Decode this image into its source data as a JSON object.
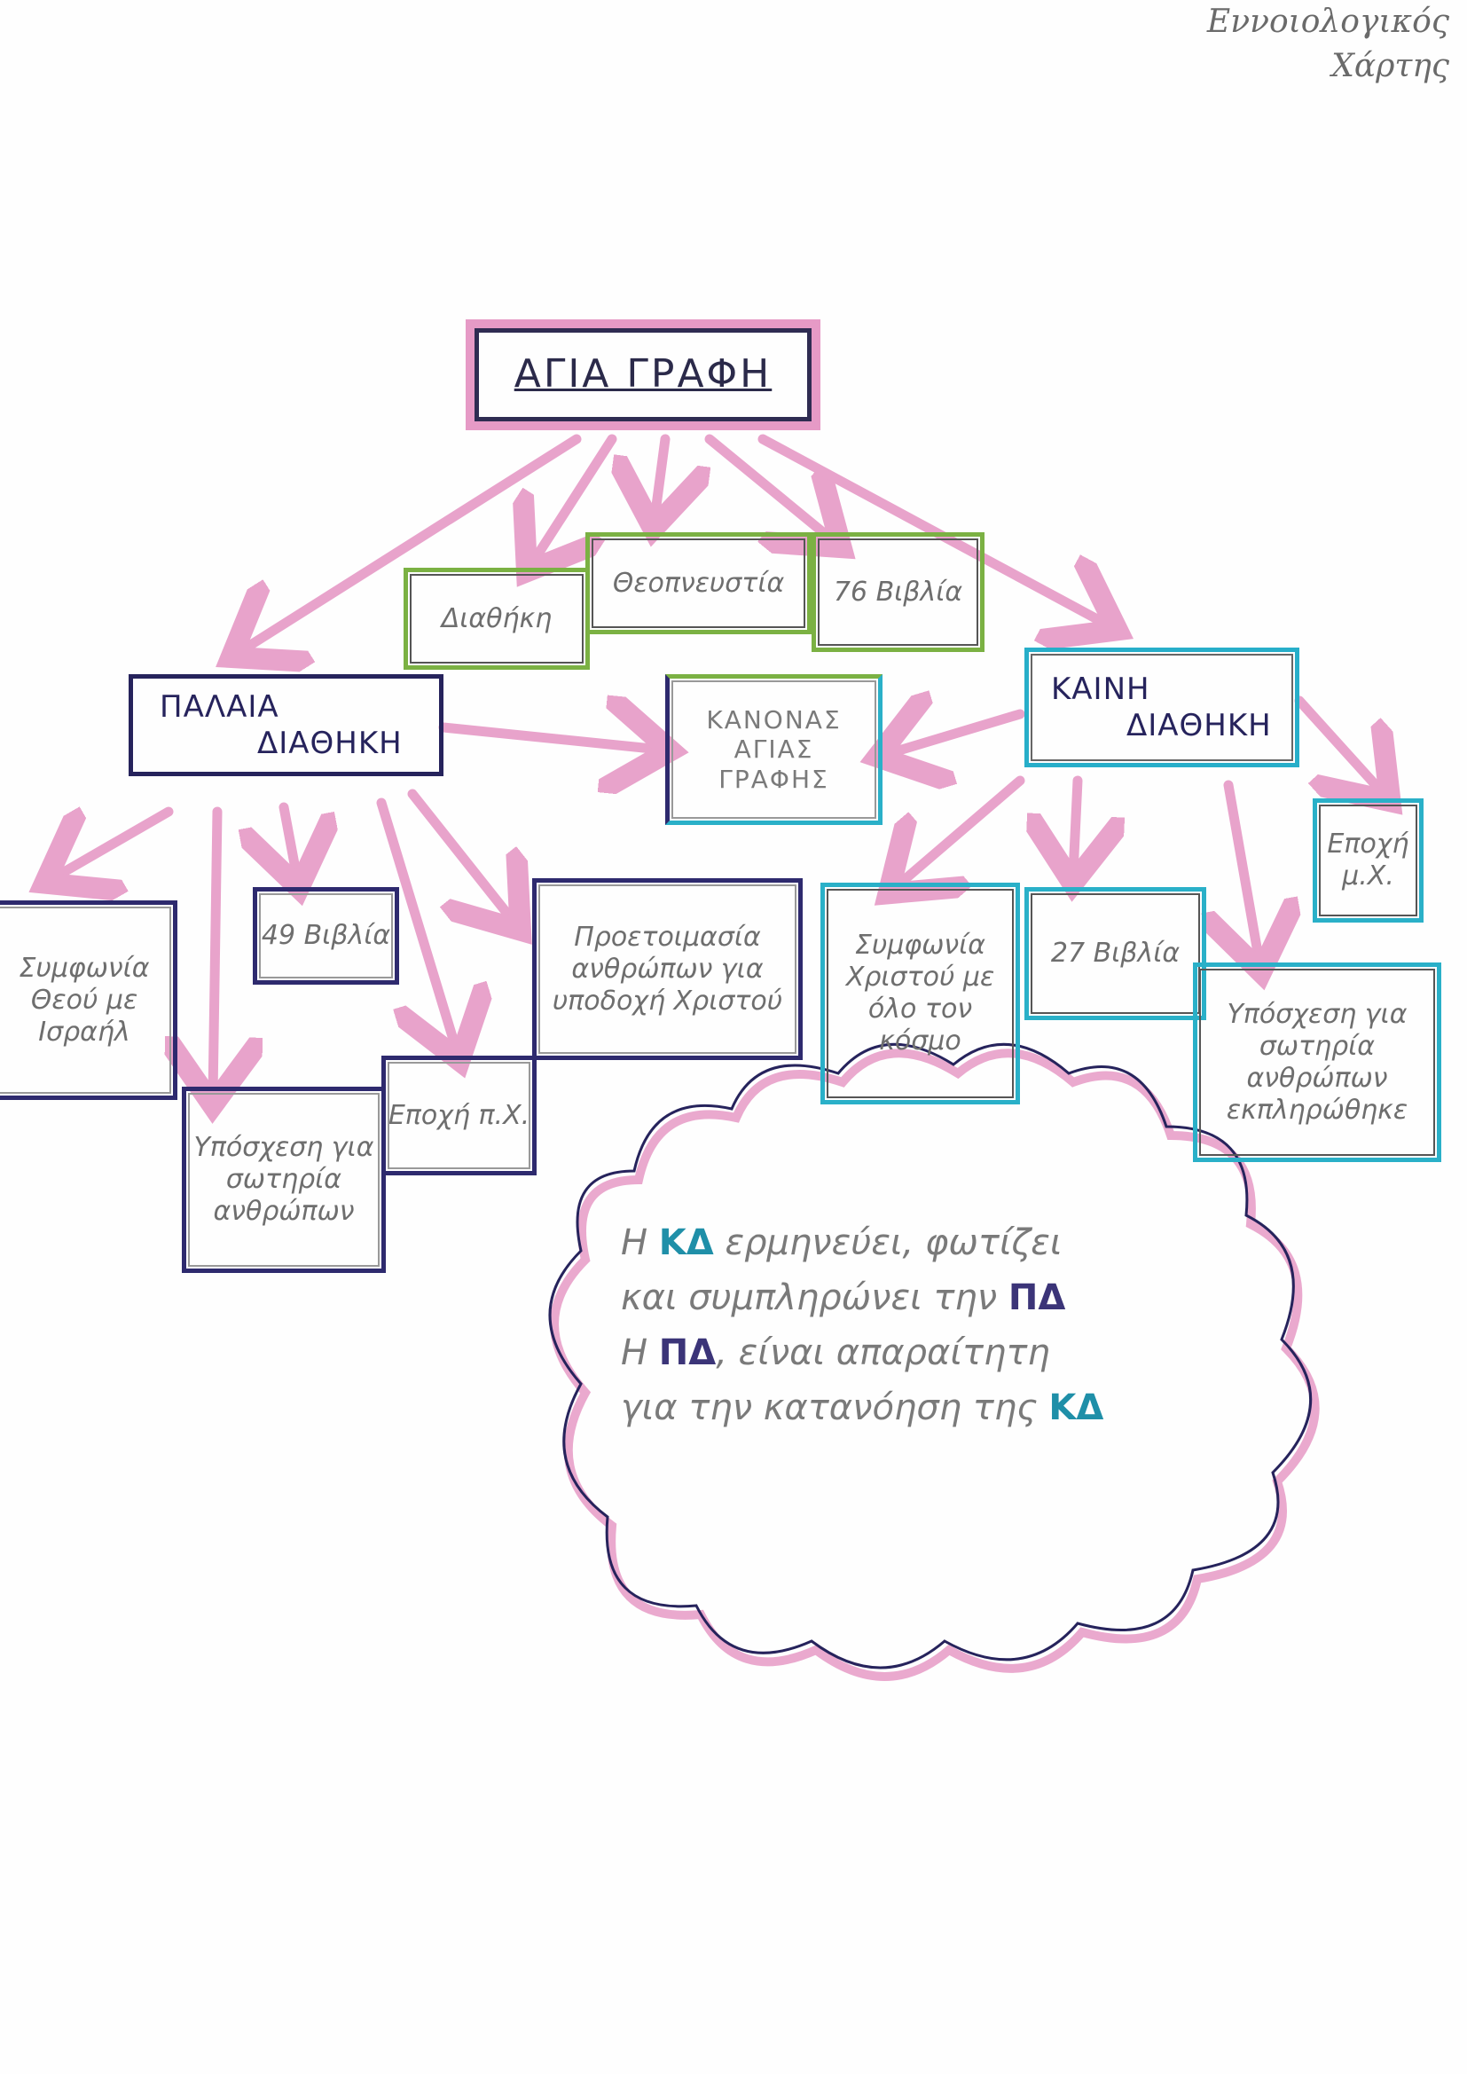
{
  "page": {
    "corner_note": [
      "Εννοιολογικός",
      "Χάρτης"
    ]
  },
  "diagram": {
    "root": {
      "label": "ΑΓΙΑ ΓΡΑΦΗ"
    },
    "root_attributes": [
      {
        "label": "Διαθήκη"
      },
      {
        "label": "Θεοπνευστία"
      },
      {
        "label": "76 Βιβλία"
      }
    ],
    "old_testament": {
      "label_line1": "ΠΑΛΑΙΑ",
      "label_line2": "ΔΙΑΘΗΚΗ",
      "children": [
        {
          "label": "Συμφωνία Θεού με Ισραήλ"
        },
        {
          "label": "Υπόσχεση για σωτηρία ανθρώπων"
        },
        {
          "label": "49 Βιβλία"
        },
        {
          "label": "Εποχή π.Χ."
        },
        {
          "label": "Προετοιμασία ανθρώπων για υποδοχή Χριστού"
        }
      ]
    },
    "canon": {
      "line1": "ΚΑΝΟΝΑΣ",
      "line2": "ΑΓΙΑΣ",
      "line3": "ΓΡΑΦΗΣ"
    },
    "new_testament": {
      "label_line1": "ΚΑΙΝΗ",
      "label_line2": "ΔΙΑΘΗΚΗ",
      "children": [
        {
          "label": "Εποχή μ.Χ."
        },
        {
          "label": "Συμφωνία Χριστού με όλο τον κόσμο"
        },
        {
          "label": "27 Βιβλία"
        },
        {
          "label": "Υπόσχεση για σωτηρία ανθρώπων εκπληρώθηκε"
        }
      ]
    },
    "summary_cloud": {
      "line1_prefix": "Η",
      "line1_abbr": "ΚΔ",
      "line1_rest": "ερμηνεύει, φωτίζει",
      "line2_rest": "και συμπληρώνει την",
      "line2_abbr": "ΠΔ",
      "line3_prefix": "Η",
      "line3_abbr": "ΠΔ",
      "line3_rest": ", είναι απαραίτητη",
      "line4_rest": "για την κατανόηση της",
      "line4_abbr": "ΚΔ"
    },
    "colors": {
      "arrow_pink": "#e69ac6",
      "navy": "#2e2a6e",
      "green": "#7bb143",
      "teal": "#2ab0c8",
      "pencil_gray": "#6e6e6e"
    }
  }
}
